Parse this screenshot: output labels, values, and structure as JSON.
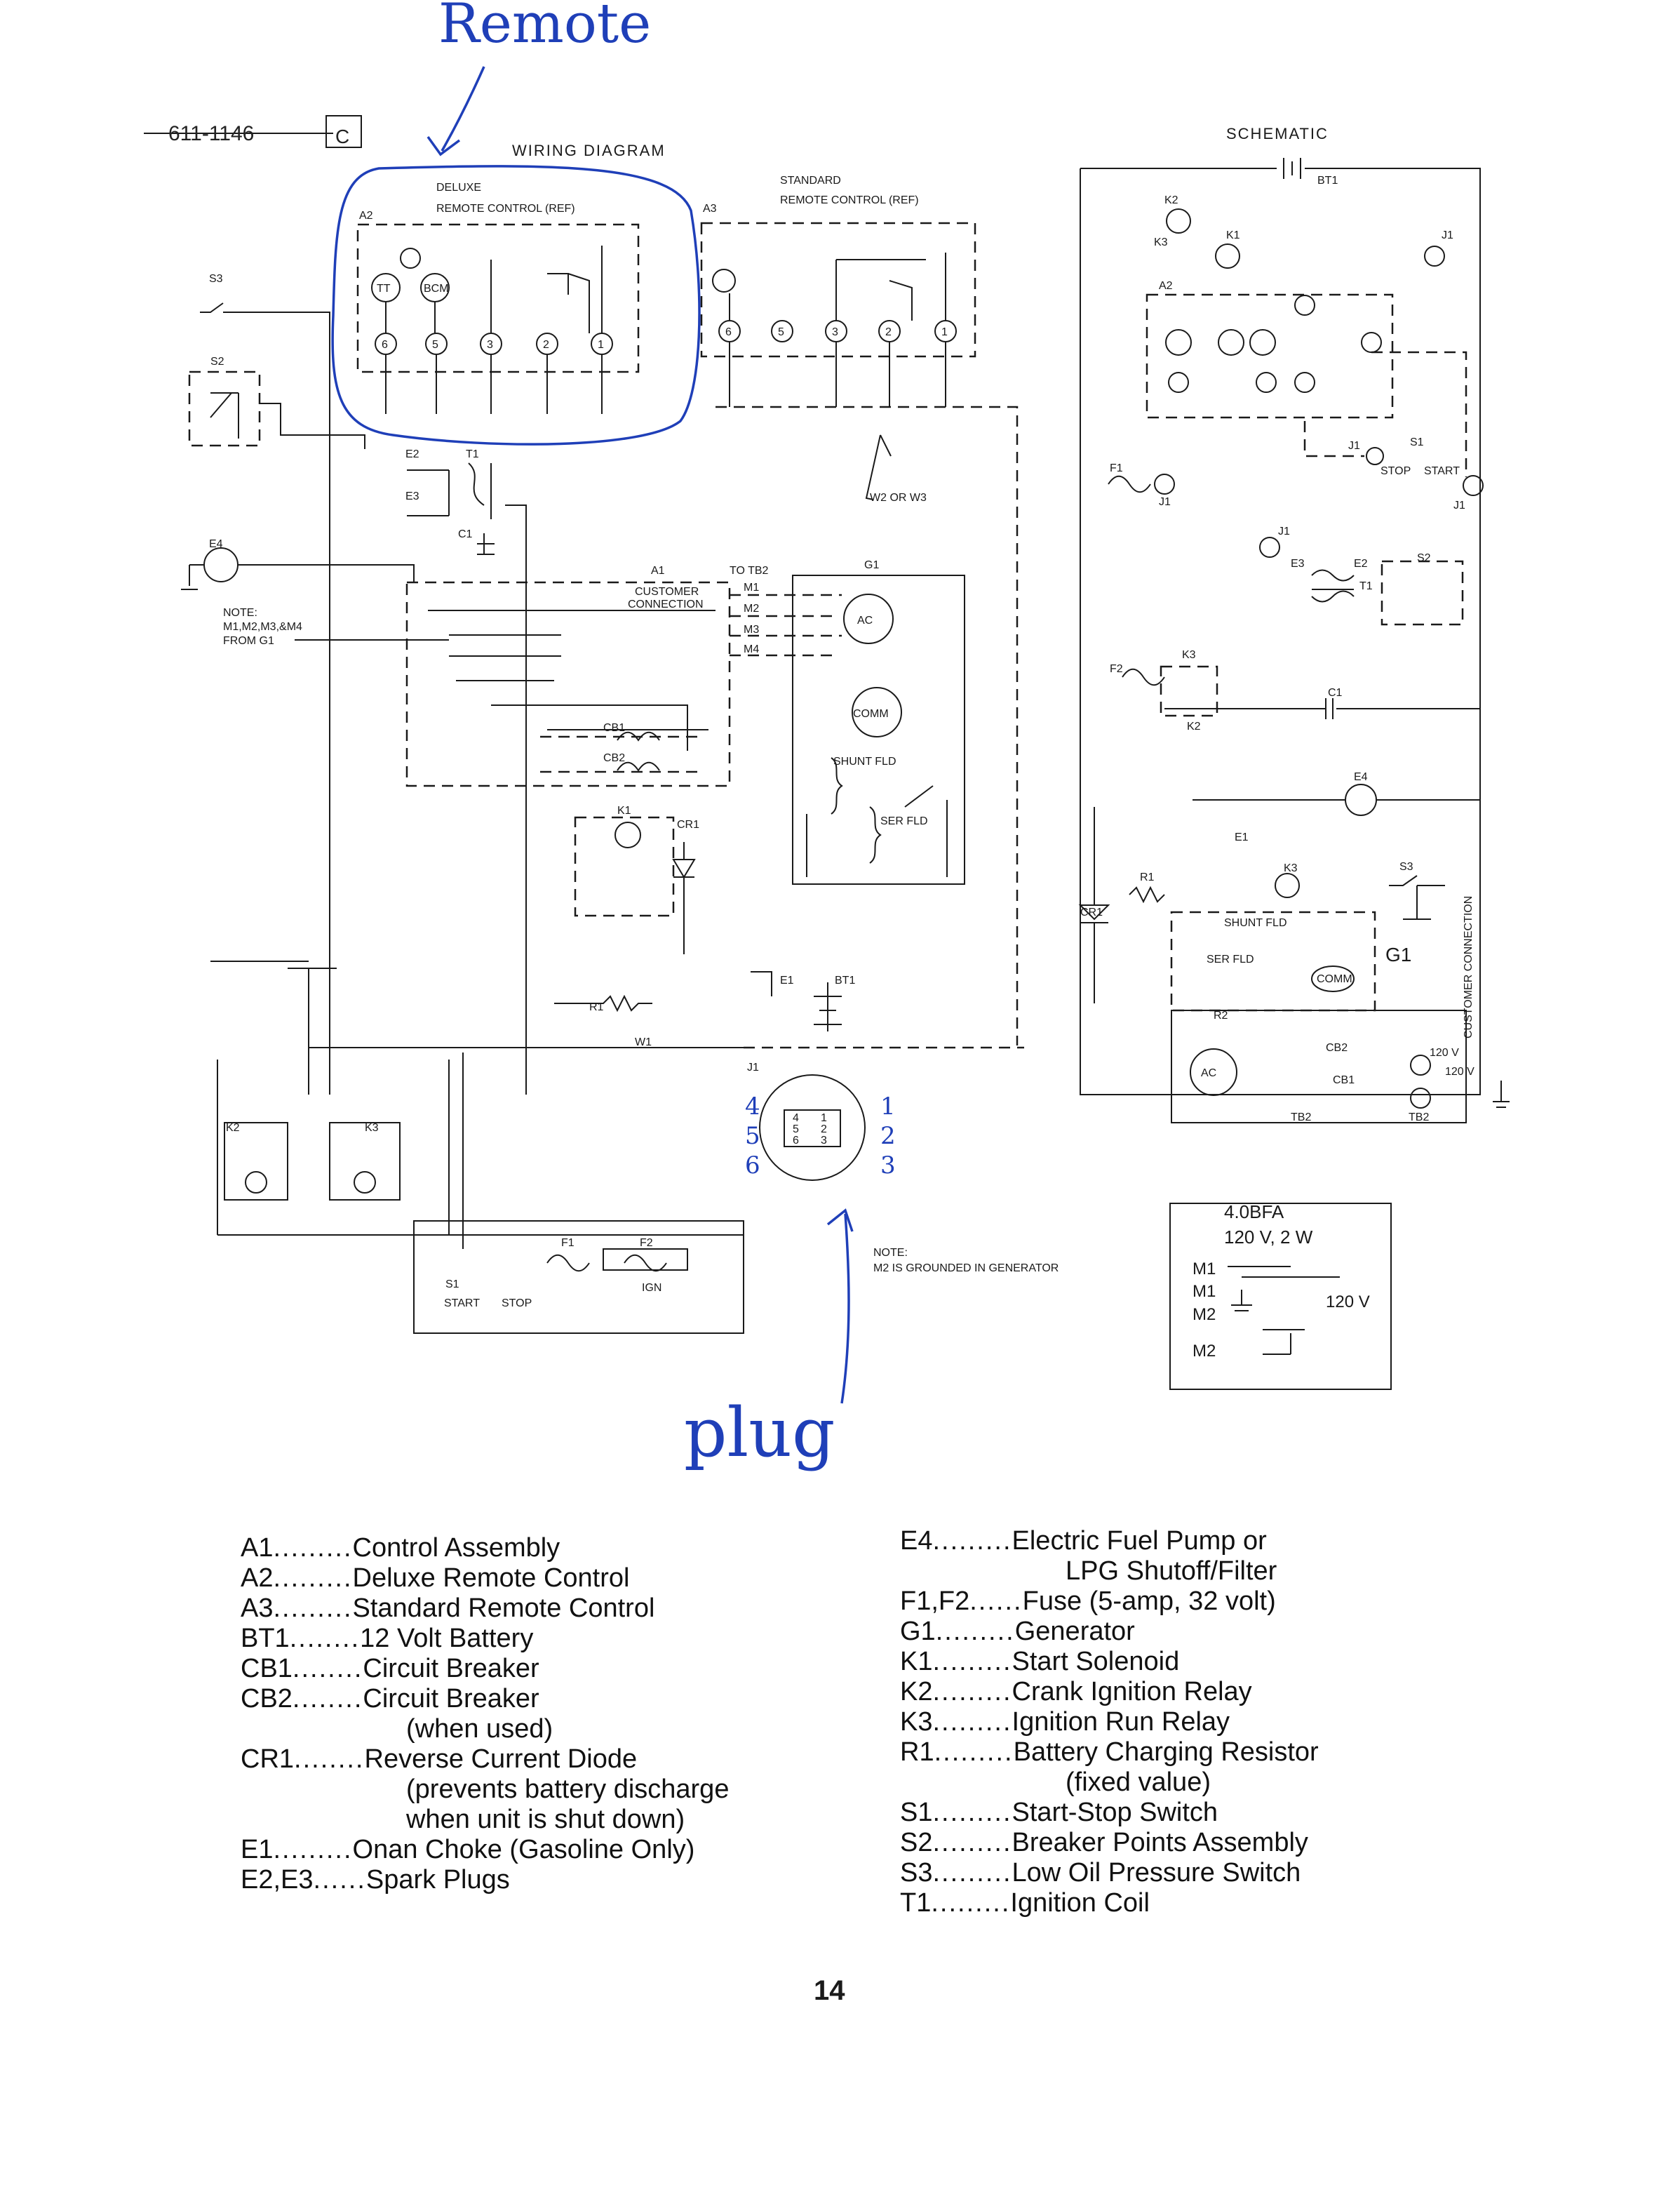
{
  "handwritten": {
    "remote": "Remote",
    "plug": "plug",
    "left_numbers": [
      "4",
      "5",
      "6"
    ],
    "right_numbers": [
      "1",
      "2",
      "3"
    ]
  },
  "header": {
    "doc_number": "611-1146",
    "rev": "C",
    "wiring_title": "WIRING DIAGRAM",
    "schematic_title": "SCHEMATIC"
  },
  "wiring": {
    "a2_label": "A2",
    "a2_title_1": "DELUXE",
    "a2_title_2": "REMOTE CONTROL (REF)",
    "a3_label": "A3",
    "a3_title_1": "STANDARD",
    "a3_title_2": "REMOTE CONTROL (REF)",
    "w_label": "W2 OR W3",
    "note_1": "NOTE:",
    "note_2": "M1,M2,M3,&M4",
    "note_3": "FROM G1",
    "a1_label": "A1",
    "to_tb2": "TO TB2",
    "customer": "CUSTOMER",
    "connection": "CONNECTION",
    "g1": "G1",
    "ac": "AC",
    "comm": "COMM",
    "shunt": "SHUNT FLD",
    "ser": "SER FLD",
    "cb1": "CB1",
    "cb2": "CB2",
    "k1": "K1",
    "cr1": "CR1",
    "r1": "R1",
    "w1": "W1",
    "e1": "E1",
    "bt1": "BT1",
    "j1": "J1",
    "s3": "S3",
    "s2": "S2",
    "e2": "E2",
    "e3": "E3",
    "t1": "T1",
    "c1": "C1",
    "e4": "E4",
    "k2": "K2",
    "k3": "K3",
    "s1": "S1",
    "start": "START",
    "stop": "STOP",
    "f1": "F1",
    "f2": "F2",
    "ign": "IGN",
    "note_m2_1": "NOTE:",
    "note_m2_2": "M2 IS GROUNDED IN GENERATOR",
    "m_labels": [
      "M1",
      "M2",
      "M3",
      "M4"
    ],
    "terminals_a2": [
      "TT",
      "BCM",
      "6",
      "5",
      "3",
      "2",
      "1"
    ],
    "terminals_a3": [
      "6",
      "5",
      "3",
      "2",
      "1"
    ],
    "plug_pins": [
      "4",
      "1",
      "5",
      "2",
      "6",
      "3"
    ]
  },
  "schematic": {
    "bt1": "BT1",
    "k2": "K2",
    "k3": "K3",
    "k1": "K1",
    "a2": "A2",
    "j1": "J1",
    "f1": "F1",
    "f2": "F2",
    "s1": "S1",
    "stop": "STOP",
    "start": "START",
    "e2": "E2",
    "e3": "E3",
    "t1": "T1",
    "s2": "S2",
    "c1": "C1",
    "e4": "E4",
    "e1": "E1",
    "r1": "R1",
    "s3": "S3",
    "cr1": "CR1",
    "g1": "G1",
    "shunt": "SHUNT FLD",
    "ser": "SER FLD",
    "r2": "R2",
    "comm": "COMM",
    "ac": "AC",
    "tb2": "TB2",
    "cb1": "CB1",
    "cb2": "CB2",
    "customer_conn": "CUSTOMER CONNECTION",
    "v120": "120 V"
  },
  "model_box": {
    "model": "4.0BFA",
    "rating": "120 V, 2 W",
    "lines": [
      "M1",
      "M1",
      "M2",
      "M2"
    ],
    "voltage": "120 V"
  },
  "legend": {
    "left": [
      {
        "code": "A1",
        "dots": ".........",
        "desc": "Control Assembly"
      },
      {
        "code": "A2",
        "dots": ".........",
        "desc": "Deluxe Remote Control"
      },
      {
        "code": "A3",
        "dots": ".........",
        "desc": "Standard Remote Control"
      },
      {
        "code": "BT1",
        "dots": "........",
        "desc": "12 Volt Battery"
      },
      {
        "code": "CB1",
        "dots": "........",
        "desc": "Circuit Breaker"
      },
      {
        "code": "CB2",
        "dots": "........",
        "desc": "Circuit Breaker"
      },
      {
        "code": "",
        "dots": "",
        "desc": "(when used)"
      },
      {
        "code": "CR1",
        "dots": "........",
        "desc": "Reverse Current Diode"
      },
      {
        "code": "",
        "dots": "",
        "desc": "(prevents battery discharge"
      },
      {
        "code": "",
        "dots": "",
        "desc": "when unit is shut down)"
      },
      {
        "code": "E1",
        "dots": ".........",
        "desc": "Onan Choke (Gasoline Only)"
      },
      {
        "code": "E2,E3",
        "dots": "......",
        "desc": "Spark Plugs"
      }
    ],
    "right": [
      {
        "code": "E4",
        "dots": ".........",
        "desc": "Electric Fuel Pump or"
      },
      {
        "code": "",
        "dots": "",
        "desc": "LPG Shutoff/Filter"
      },
      {
        "code": "F1,F2",
        "dots": "......",
        "desc": "Fuse (5-amp, 32 volt)"
      },
      {
        "code": "G1",
        "dots": ".........",
        "desc": "Generator"
      },
      {
        "code": "K1",
        "dots": ".........",
        "desc": "Start Solenoid"
      },
      {
        "code": "K2",
        "dots": ".........",
        "desc": "Crank Ignition Relay"
      },
      {
        "code": "K3",
        "dots": ".........",
        "desc": "Ignition Run Relay"
      },
      {
        "code": "R1",
        "dots": ".........",
        "desc": "Battery Charging Resistor"
      },
      {
        "code": "",
        "dots": "",
        "desc": "(fixed value)"
      },
      {
        "code": "S1",
        "dots": ".........",
        "desc": "Start-Stop Switch"
      },
      {
        "code": "S2",
        "dots": ".........",
        "desc": "Breaker Points Assembly"
      },
      {
        "code": "S3",
        "dots": ".........",
        "desc": "Low Oil Pressure Switch"
      },
      {
        "code": "T1",
        "dots": ".........",
        "desc": "Ignition Coil"
      }
    ]
  },
  "page_number": "14"
}
